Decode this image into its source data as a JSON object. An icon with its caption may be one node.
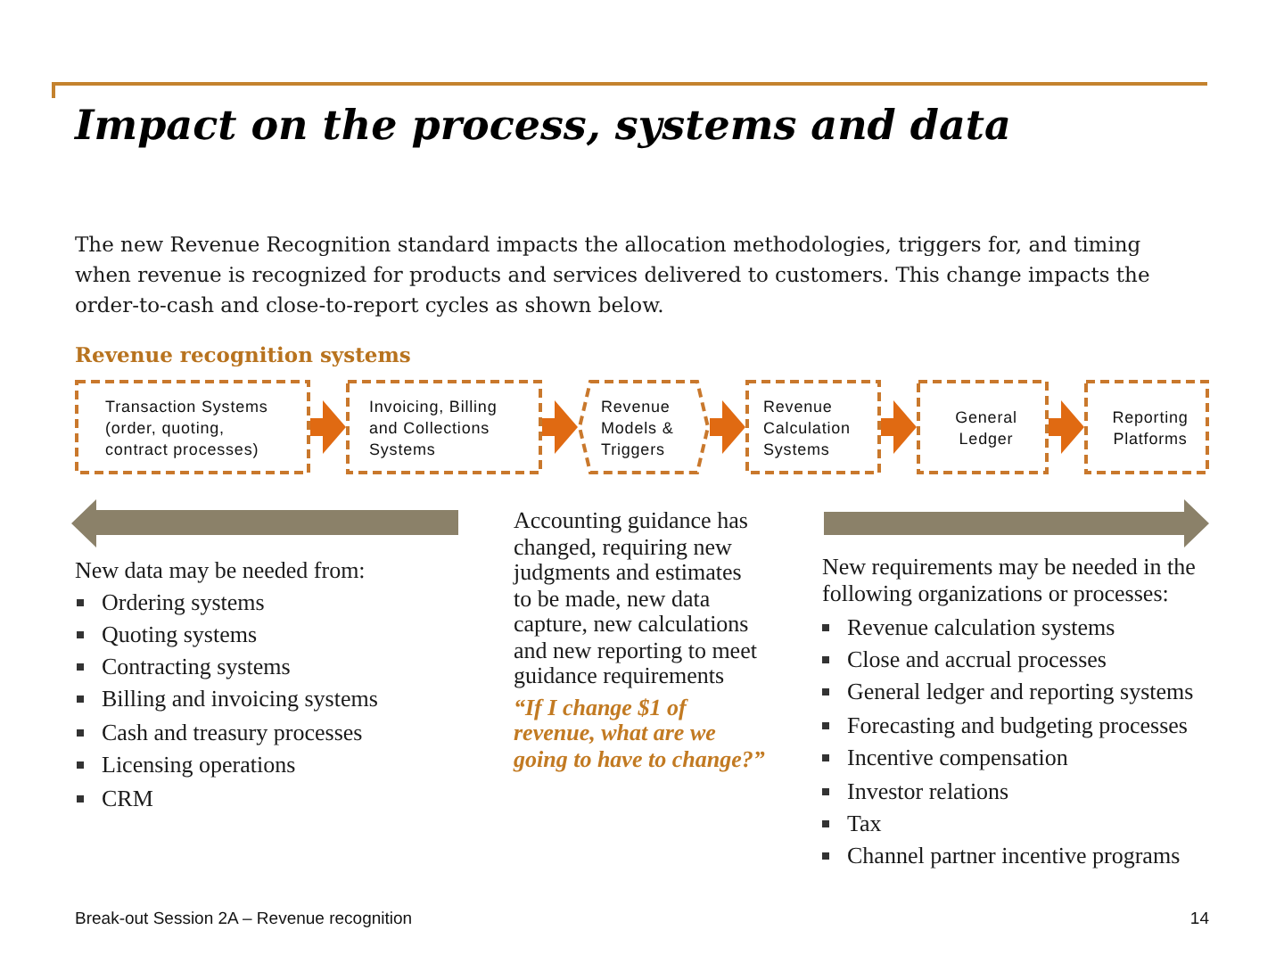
{
  "diagram": {
    "title": "Impact on the process, systems and data",
    "nodes": [
      {
        "text": [
          "Transaction Systems (order, quoting, contract processes)"
        ]
      },
      {
        "text": [
          "Invoicing, Billing and Collections Systems"
        ]
      },
      {
        "text": [
          "Revenue Models & Triggers"
        ]
      },
      {
        "text": [
          "Revenue Calculation Systems"
        ]
      },
      {
        "text": [
          "General Ledger"
        ]
      },
      {
        "text": [
          "Reporting Platforms"
        ]
      }
    ],
    "edges": [
      {
        "from": 0,
        "to": 1,
        "arrow": "to"
      },
      {
        "from": 1,
        "to": 2,
        "arrow": "to"
      },
      {
        "from": 2,
        "to": 3,
        "arrow": "to"
      },
      {
        "from": 3,
        "to": 4,
        "arrow": "to"
      },
      {
        "from": 4,
        "to": 5,
        "arrow": "to"
      }
    ],
    "labels": [
      "The new Revenue Recognition standard impacts the allocation methodologies, triggers for, and timing when revenue is recognized for products and services delivered to customers. This change impacts the order-to-cash and close-to-report cycles as shown below.",
      "Revenue recognition systems",
      "New data may be needed from:",
      "Ordering systems",
      "Quoting systems",
      "Contracting systems",
      "Billing and invoicing systems",
      "Cash and treasury processes",
      "Licensing operations",
      "CRM",
      "Accounting guidance has changed, requiring new judgments and estimates to be made, new data capture, new calculations and new reporting to meet guidance requirements",
      "“If I change $1 of revenue, what are we going to have to change?”",
      "New requirements may be needed in the following organizations or processes:",
      "Revenue calculation systems",
      "Close and accrual processes",
      "General ledger and reporting systems",
      "Forecasting and budgeting processes",
      "Incentive compensation",
      "Investor relations",
      "Tax",
      "Channel partner incentive programs",
      "Break-out Session 2A – Revenue recognition",
      "14"
    ]
  }
}
